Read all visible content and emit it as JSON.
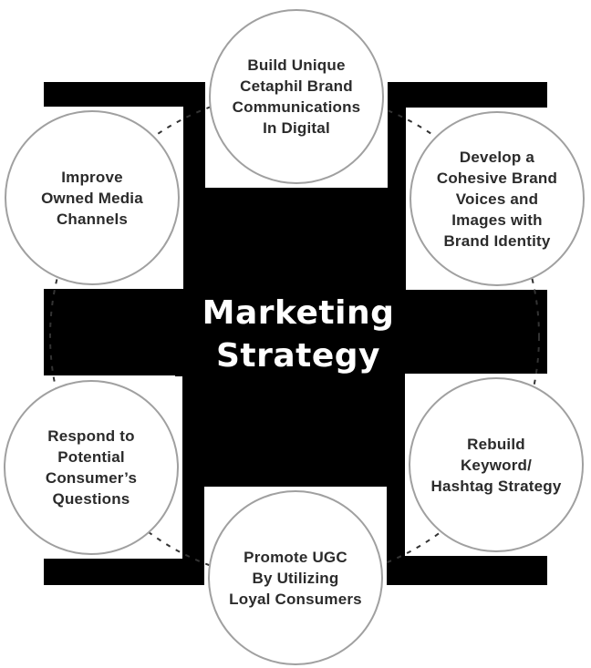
{
  "diagram": {
    "center_label": "Marketing\nStrategy",
    "nodes": [
      {
        "position": "top",
        "label": "Build Unique\nCetaphil Brand\nCommunications\nIn Digital"
      },
      {
        "position": "top-right",
        "label": "Develop a\nCohesive Brand\nVoices and\nImages with\nBrand Identity"
      },
      {
        "position": "bottom-right",
        "label": "Rebuild\nKeyword/\nHashtag Strategy"
      },
      {
        "position": "bottom",
        "label": "Promote UGC\nBy Utilizing\nLoyal Consumers"
      },
      {
        "position": "bottom-left",
        "label": "Respond to\nPotential\nConsumer’s\nQuestions"
      },
      {
        "position": "top-left",
        "label": "Improve\nOwned Media\nChannels"
      }
    ],
    "colors": {
      "hub_shape": "#000000",
      "circle_fill": "#ffffff",
      "circle_border": "#a0a0a0",
      "node_text": "#2b2b2b",
      "center_text": "#ffffff",
      "connector_dash": "#333333"
    }
  }
}
